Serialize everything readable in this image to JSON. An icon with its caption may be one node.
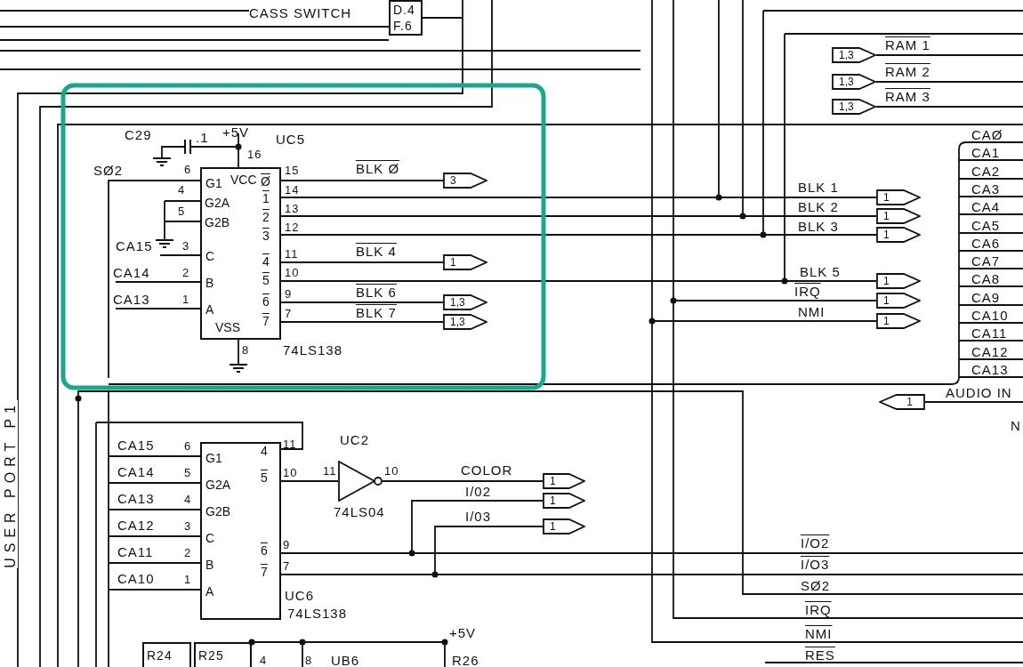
{
  "diagram": {
    "nodes": [
      {
        "text": [
          "VCC",
          "G1",
          "G2A",
          "G2B",
          "C",
          "B",
          "A",
          "VSS",
          "Ø",
          "1",
          "2",
          "3",
          "4",
          "5",
          "6",
          "7"
        ],
        "beside": [
          "UC5",
          "74LS138"
        ]
      },
      {
        "text": [
          "3"
        ]
      },
      {
        "text": [
          "1"
        ]
      },
      {
        "text": [
          "1,3"
        ]
      },
      {
        "text": [
          "1,3"
        ]
      },
      {
        "text": [
          "1"
        ]
      },
      {
        "text": [
          "1"
        ]
      },
      {
        "text": [
          "1"
        ]
      },
      {
        "text": [
          "1"
        ]
      },
      {
        "text": [
          "1"
        ]
      },
      {
        "text": [
          "1"
        ]
      },
      {
        "text": [
          "1,3"
        ]
      },
      {
        "text": [
          "1,3"
        ]
      },
      {
        "text": [
          "1,3"
        ]
      },
      {
        "text": [
          "1"
        ]
      },
      {
        "text": [
          "G1",
          "G2A",
          "G2B",
          "C",
          "B",
          "A",
          "4",
          "5",
          "6",
          "7"
        ],
        "beside": [
          "UC6",
          "74LS138"
        ]
      },
      {
        "text": [],
        "shape": "triangle",
        "beside": [
          "UC2",
          "74LS04"
        ]
      },
      {
        "text": [
          "1"
        ]
      },
      {
        "text": [
          "1"
        ]
      },
      {
        "text": [
          "1"
        ]
      },
      {
        "text": [
          "D.4",
          "F.6"
        ]
      },
      {
        "text": [
          "R24"
        ]
      },
      {
        "text": [
          "R25"
        ]
      }
    ],
    "edges": [
      {
        "from": 0,
        "to": 1,
        "arrow": "none",
        "label": "BLK Ø"
      },
      {
        "from": 0,
        "to": 5,
        "arrow": "none",
        "label": "BLK 1"
      },
      {
        "from": 0,
        "to": 6,
        "arrow": "none",
        "label": "BLK 2"
      },
      {
        "from": 0,
        "to": 7,
        "arrow": "none",
        "label": "BLK 3"
      },
      {
        "from": 0,
        "to": 2,
        "arrow": "none",
        "label": "BLK 4"
      },
      {
        "from": 0,
        "to": 8,
        "arrow": "none",
        "label": "BLK 5"
      },
      {
        "from": 0,
        "to": 3,
        "arrow": "none",
        "label": "BLK 6"
      },
      {
        "from": 0,
        "to": 4,
        "arrow": "none",
        "label": "BLK 7"
      },
      {
        "from": null,
        "to": 9,
        "arrow": "none",
        "label": "IRQ"
      },
      {
        "from": null,
        "to": 10,
        "arrow": "none",
        "label": "NMI"
      },
      {
        "from": 11,
        "to": null,
        "arrow": "none",
        "label": "RAM 1"
      },
      {
        "from": 12,
        "to": null,
        "arrow": "none",
        "label": "RAM 2"
      },
      {
        "from": 13,
        "to": null,
        "arrow": "none",
        "label": "RAM 3"
      },
      {
        "from": null,
        "to": 14,
        "arrow": "none",
        "label": "AUDIO IN"
      },
      {
        "from": null,
        "to": 0,
        "arrow": "none",
        "label": "SØ2"
      },
      {
        "from": null,
        "to": 0,
        "arrow": "none",
        "label": "CA15"
      },
      {
        "from": null,
        "to": 0,
        "arrow": "none",
        "label": "CA14"
      },
      {
        "from": null,
        "to": 0,
        "arrow": "none",
        "label": "CA13"
      },
      {
        "from": 15,
        "to": 16,
        "arrow": "none"
      },
      {
        "from": 16,
        "to": 17,
        "arrow": "none",
        "label": "COLOR"
      },
      {
        "from": 15,
        "to": 18,
        "arrow": "none",
        "label": "I/02"
      },
      {
        "from": 15,
        "to": 19,
        "arrow": "none",
        "label": "I/03"
      },
      {
        "from": 15,
        "to": null,
        "arrow": "none",
        "label": "I/O2"
      },
      {
        "from": 15,
        "to": null,
        "arrow": "none",
        "label": "I/O3"
      },
      {
        "from": 15,
        "to": null,
        "arrow": "none"
      },
      {
        "from": null,
        "to": 15,
        "arrow": "none",
        "label": "CA15"
      },
      {
        "from": null,
        "to": 15,
        "arrow": "none",
        "label": "CA14"
      },
      {
        "from": null,
        "to": 15,
        "arrow": "none",
        "label": "CA13"
      },
      {
        "from": null,
        "to": 15,
        "arrow": "none",
        "label": "CA12"
      },
      {
        "from": null,
        "to": 15,
        "arrow": "none",
        "label": "CA11"
      },
      {
        "from": null,
        "to": 15,
        "arrow": "none",
        "label": "CA10"
      }
    ],
    "labels": [
      "CASS SWITCH",
      "C29",
      ".1",
      "+5V",
      "16",
      "6",
      "15",
      "4",
      "14",
      "5",
      "13",
      "12",
      "3",
      "11",
      "2",
      "10",
      "1",
      "9",
      "7",
      "8",
      "CAØ",
      "CA1",
      "CA2",
      "CA3",
      "CA4",
      "CA5",
      "CA6",
      "CA7",
      "CA8",
      "CA9",
      "CA10",
      "CA11",
      "CA12",
      "CA13",
      "USER PORT P1",
      "6",
      "11",
      "5",
      "10",
      "11",
      "10",
      "4",
      "3",
      "2",
      "9",
      "1",
      "7",
      "SØ2",
      "IRQ",
      "NMI",
      "RES",
      "+5V",
      "4",
      "8",
      "UB6",
      "R26",
      "N"
    ]
  }
}
